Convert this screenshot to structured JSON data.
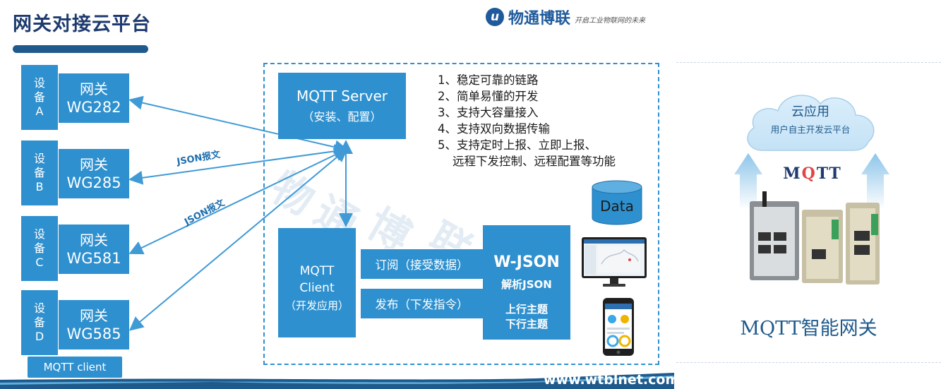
{
  "slide": {
    "title": "网关对接云平台",
    "logo": {
      "mark": "u",
      "text": "物通博联",
      "slogan": "开启工业物联网的未来"
    },
    "url": "www.wtblnet.com",
    "watermark": [
      "物",
      "通",
      "博",
      "联"
    ]
  },
  "devices": [
    {
      "letters": [
        "设",
        "备",
        "A"
      ],
      "gateway_label": "网关",
      "model": "WG282"
    },
    {
      "letters": [
        "设",
        "备",
        "B"
      ],
      "gateway_label": "网关",
      "model": "WG285"
    },
    {
      "letters": [
        "设",
        "备",
        "C"
      ],
      "gateway_label": "网关",
      "model": "WG581"
    },
    {
      "letters": [
        "设",
        "备",
        "D"
      ],
      "gateway_label": "网关",
      "model": "WG585"
    }
  ],
  "mqtt_client_label": "MQTT client",
  "json_labels": [
    "JSON报文",
    "JSON报文"
  ],
  "server": {
    "name": "MQTT Server",
    "sub": "（安装、配置）"
  },
  "features": [
    "1、稳定可靠的链路",
    "2、简单易懂的开发",
    "3、支持大容量接入",
    "4、支持双向数据传输",
    "5、支持定时上报、立即上报、",
    "    远程下发控制、远程配置等功能"
  ],
  "database": "Data",
  "client": {
    "name_line1": "MQTT",
    "name_line2": "Client",
    "sub": "（开发应用）"
  },
  "subscribe": "订阅（接受数据）",
  "publish": "发布（下发指令）",
  "wjson": {
    "title": "W-JSON",
    "parse": "解析JSON",
    "up": "上行主题",
    "down": "下行主题"
  },
  "right_panel": {
    "cloud_title": "云应用",
    "cloud_sub": "用户自主开发云平台",
    "protocol": {
      "m": "M",
      "q": "Q",
      "tt": "TT"
    },
    "product_title": "MQTT智能网关"
  },
  "colors": {
    "box_blue": "#2e90cf",
    "title_navy": "#1e3a6e",
    "arrow": "#3f9ad6"
  }
}
